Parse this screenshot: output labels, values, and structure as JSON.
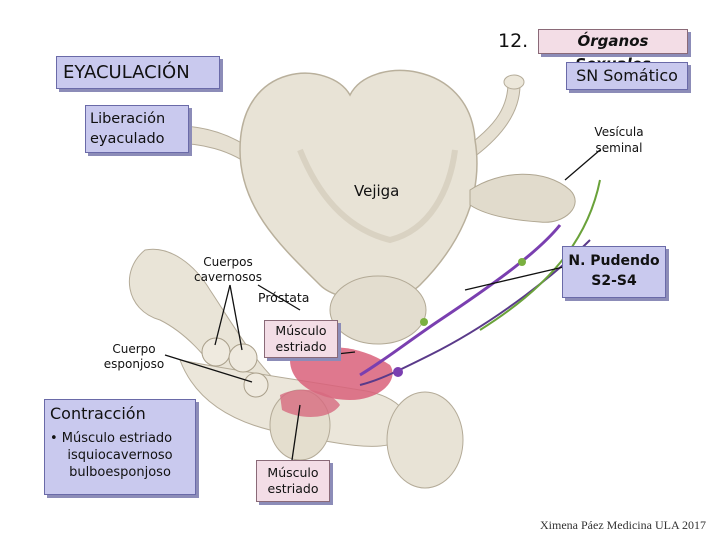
{
  "slide_number": "12.",
  "header": {
    "organos": "Órganos Sexuales",
    "title": "EYACULACIÓN",
    "sn": "SN Somático"
  },
  "liberacion": {
    "line1": "Liberación",
    "line2": "eyaculado"
  },
  "labels": {
    "vesicula_1": "Vesícula",
    "vesicula_2": "seminal",
    "vejiga": "Vejiga",
    "cuerpos_cav_1": "Cuerpos",
    "cuerpos_cav_2": "cavernosos",
    "prostata": "Próstata",
    "cuerpo_esp_1": "Cuerpo",
    "cuerpo_esp_2": "esponjoso",
    "musculo_1_a": "Músculo",
    "musculo_1_b": "estriado",
    "musculo_2_a": "Músculo",
    "musculo_2_b": "estriado"
  },
  "pudendo": {
    "line1": "N. Pudendo",
    "line2": "S2-S4"
  },
  "contraccion": {
    "title": "Contracción",
    "bullet": "• Músculo estriado",
    "line2": "isquiocavernoso",
    "line3": "bulboesponjoso"
  },
  "credit": "Ximena Páez Medicina ULA 2017",
  "colors": {
    "lavender_box": "#c9c9ee",
    "pink_box": "#f3dde6",
    "nerve": "#7a3fb0",
    "muscle": "#d9607a",
    "tissue": "#e8e3d6"
  }
}
